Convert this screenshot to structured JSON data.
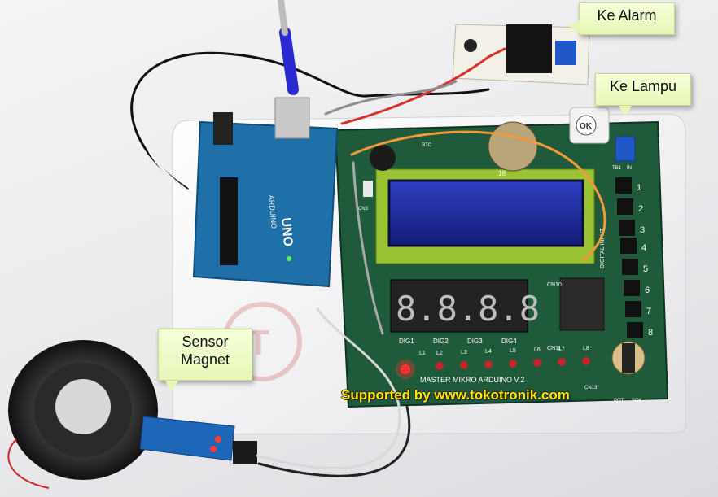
{
  "callouts": {
    "alarm": "Ke Alarm",
    "lampu": "Ke Lampu",
    "sensor_line1": "Sensor",
    "sensor_line2": "Magnet"
  },
  "watermark": "Supported by www.tokotronik.com",
  "board": {
    "name": "MASTER MIKRO ARDUINO V.2",
    "uno_brand": "ARDUINO",
    "uno_model": "UNO",
    "lcd_label": "16",
    "digits": [
      "DIG1",
      "DIG2",
      "DIG3",
      "DIG4"
    ],
    "digital_input": "DIGITAL INPUT",
    "button_numbers": [
      "1",
      "2",
      "3",
      "4",
      "5",
      "6",
      "7",
      "8"
    ],
    "led_labels": [
      "L1",
      "L2",
      "L3",
      "L4",
      "L5",
      "L6",
      "L7",
      "L8"
    ],
    "terminal_label": "TB1",
    "in_label": "IN",
    "cn_labels": [
      "CN3",
      "CN10",
      "CN11",
      "CN13"
    ],
    "pot_label": "POT",
    "sok_label": "SOK",
    "rtc_label": "RTC",
    "relay_label": "OK"
  },
  "colors": {
    "board_green": "#1f5a3a",
    "arduino_blue": "#1f6fa8",
    "lcd_blue": "#1c2a9c",
    "callout_bg": "#e6f7b8",
    "watermark": "#ffe600"
  }
}
